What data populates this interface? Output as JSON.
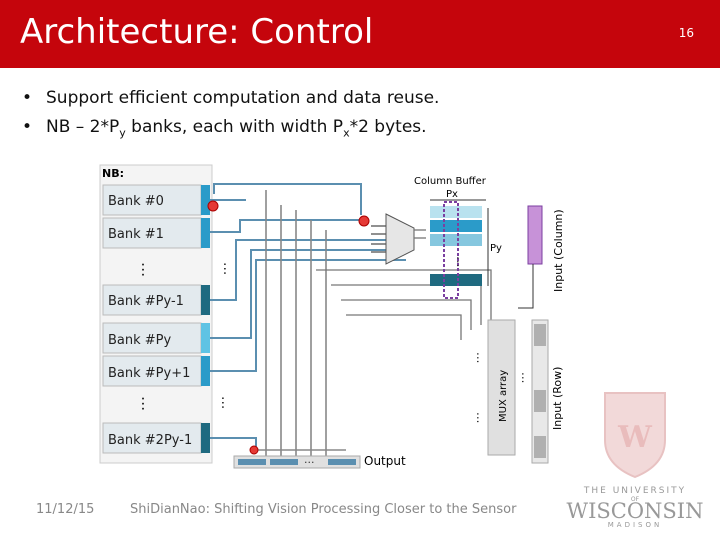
{
  "slide": {
    "title": "Architecture: Control",
    "number": "16",
    "bullets": [
      {
        "prefix": "Support efficient computation and data reuse."
      },
      {
        "prefix": "NB – 2*P",
        "sub1": "y",
        "middle": " banks, each with width P",
        "sub2": "x",
        "suffix": "*2 bytes."
      }
    ],
    "footer_date": "11/12/15",
    "footer_title": "ShiDianNao: Shifting Vision Processing Closer to the Sensor"
  },
  "figure": {
    "nb_label": "NB:",
    "banks": [
      "Bank #0",
      "Bank #1",
      "Bank #Py-1",
      "Bank #Py",
      "Bank #Py+1",
      "Bank #2Py-1"
    ],
    "column_buffer_label": "Column Buffer",
    "px_label": "Px",
    "py_label": "Py",
    "input_column_label": "Input (Column)",
    "mux_array_label": "MUX array",
    "input_row_label": "Input (Row)",
    "output_label": "Output",
    "ellipsis": "...",
    "colors": {
      "accent": "#c5050c",
      "bank_blue": "#2b9bc9",
      "bank_dark": "#1f6a80",
      "purple": "#c792d8"
    }
  },
  "logo": {
    "line1": "THE UNIVERSITY",
    "line2": "WISCONSIN",
    "line3": "MADISON",
    "of": "OF"
  }
}
